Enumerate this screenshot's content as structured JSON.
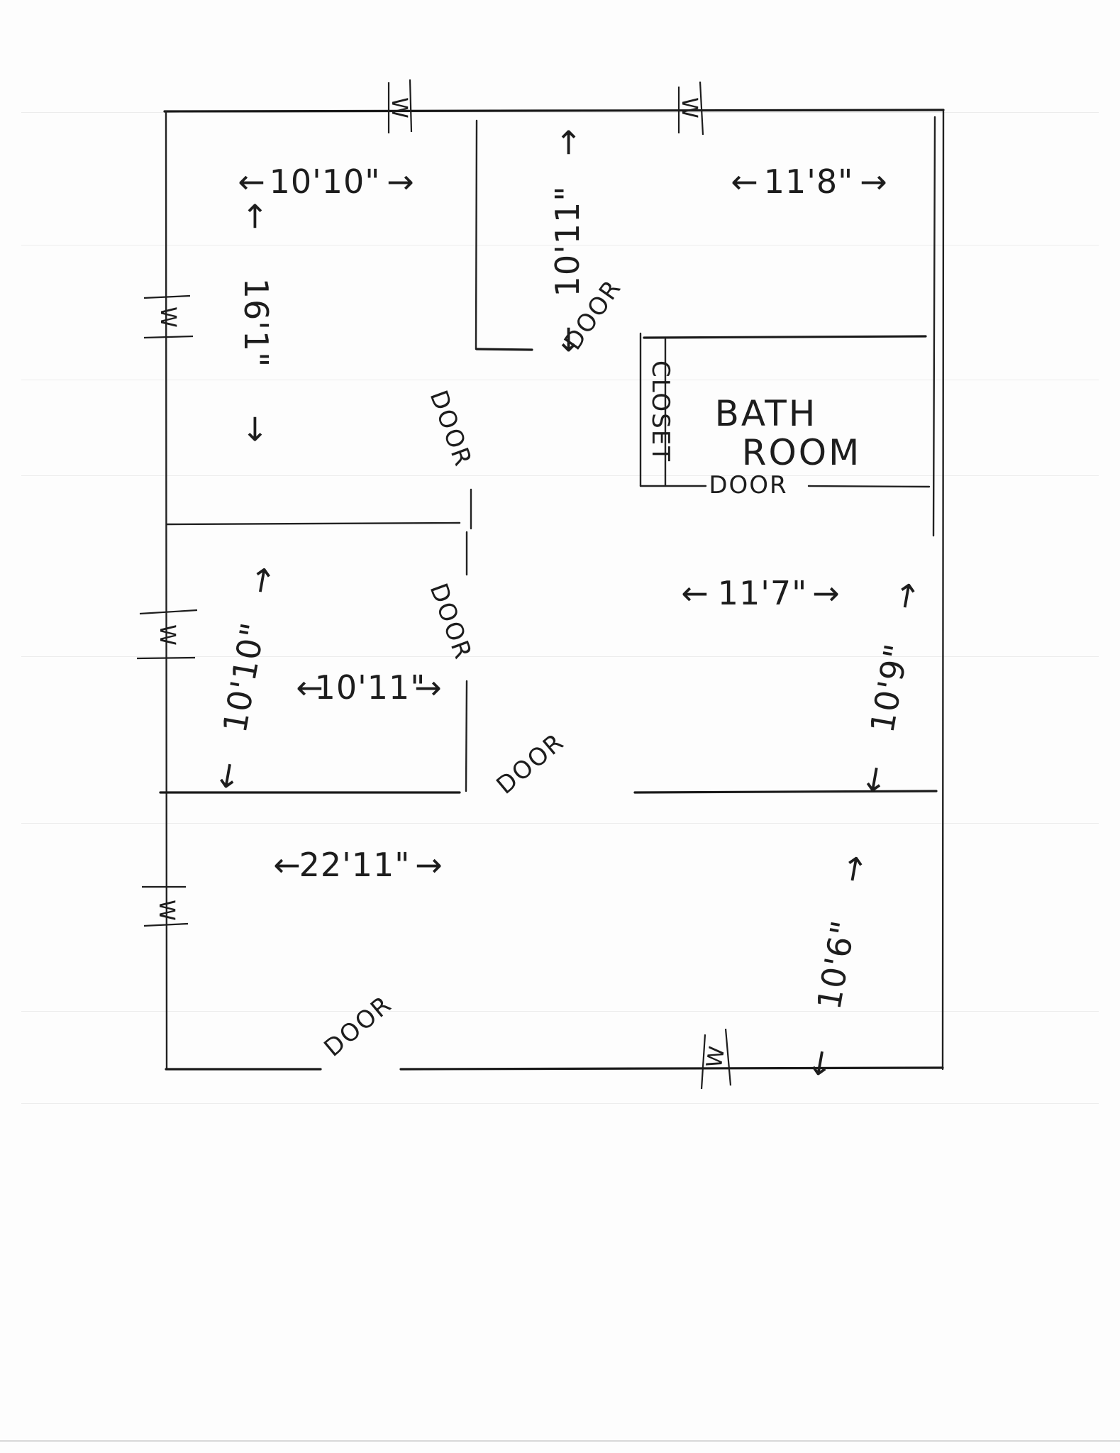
{
  "document": {
    "type": "hand-drawn floor plan sketch",
    "window_marker_symbol": "W",
    "rooms": [
      {
        "id": "upper-left-room",
        "width": "10'10\"",
        "length": "16'1\""
      },
      {
        "id": "upper-middle-room",
        "length": "10'11\"",
        "door_label": "DOOR"
      },
      {
        "id": "upper-right-room",
        "width": "11'8\""
      },
      {
        "id": "closet",
        "label": "CLOSET"
      },
      {
        "id": "bathroom",
        "label_line1": "BATH",
        "label_line2": "ROOM",
        "door_label": "DOOR"
      },
      {
        "id": "middle-left-room",
        "width": "10'11\"",
        "length": "10'10\""
      },
      {
        "id": "middle-right-room",
        "width": "11'7\"",
        "length": "10'9\""
      },
      {
        "id": "bottom-room",
        "width": "22'11\"",
        "length": "10'6\""
      }
    ],
    "doors": [
      {
        "id": "upper-middle-door",
        "label": "DOOR"
      },
      {
        "id": "upper-left-door",
        "label": "DOOR"
      },
      {
        "id": "middle-left-door",
        "label": "DOOR"
      },
      {
        "id": "hall-door",
        "label": "DOOR"
      },
      {
        "id": "bathroom-door",
        "label": "DOOR"
      },
      {
        "id": "front-door",
        "label": "DOOR"
      }
    ],
    "windows": [
      {
        "wall": "top",
        "label": "W"
      },
      {
        "wall": "top",
        "label": "W"
      },
      {
        "wall": "left",
        "label": "W"
      },
      {
        "wall": "left",
        "label": "W"
      },
      {
        "wall": "left",
        "label": "W"
      },
      {
        "wall": "bottom",
        "label": "W"
      }
    ]
  },
  "colors": {
    "ink": "#1d1d1d",
    "paper": "#fdfdfd",
    "ruled_line": "#ececec"
  }
}
